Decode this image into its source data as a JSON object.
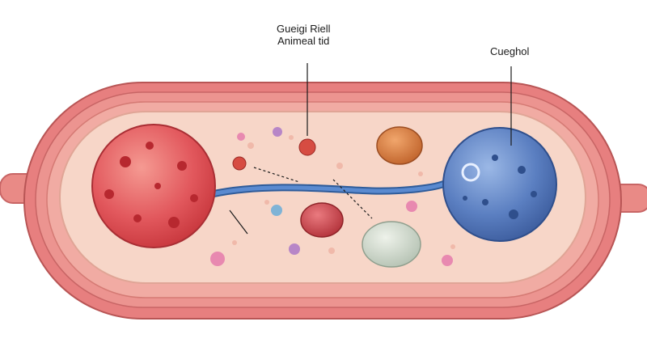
{
  "labels": {
    "top_line1": "Gueigi Riell",
    "top_line2": "Animeal tid",
    "right": "Cueghol"
  },
  "colors": {
    "background": "#ffffff",
    "membrane_outer": "#e77f7f",
    "membrane_inner": "#f3b7ae",
    "cytoplasm": "#f7d6c8",
    "left_nucleus": "#e2585d",
    "right_nucleus": "#5b7fc1",
    "connector": "#3f6fb0",
    "organelle_orange": "#d97a3a",
    "organelle_red": "#c9434a",
    "organelle_grey": "#c6d1c4",
    "vesicle_pink": "#e889b0",
    "vesicle_purple": "#b786c7",
    "vesicle_blue": "#7fb3d6"
  },
  "icons": {
    "left_nucleus": "red-spotted-nucleus-icon",
    "right_nucleus": "blue-spotted-nucleus-icon"
  }
}
